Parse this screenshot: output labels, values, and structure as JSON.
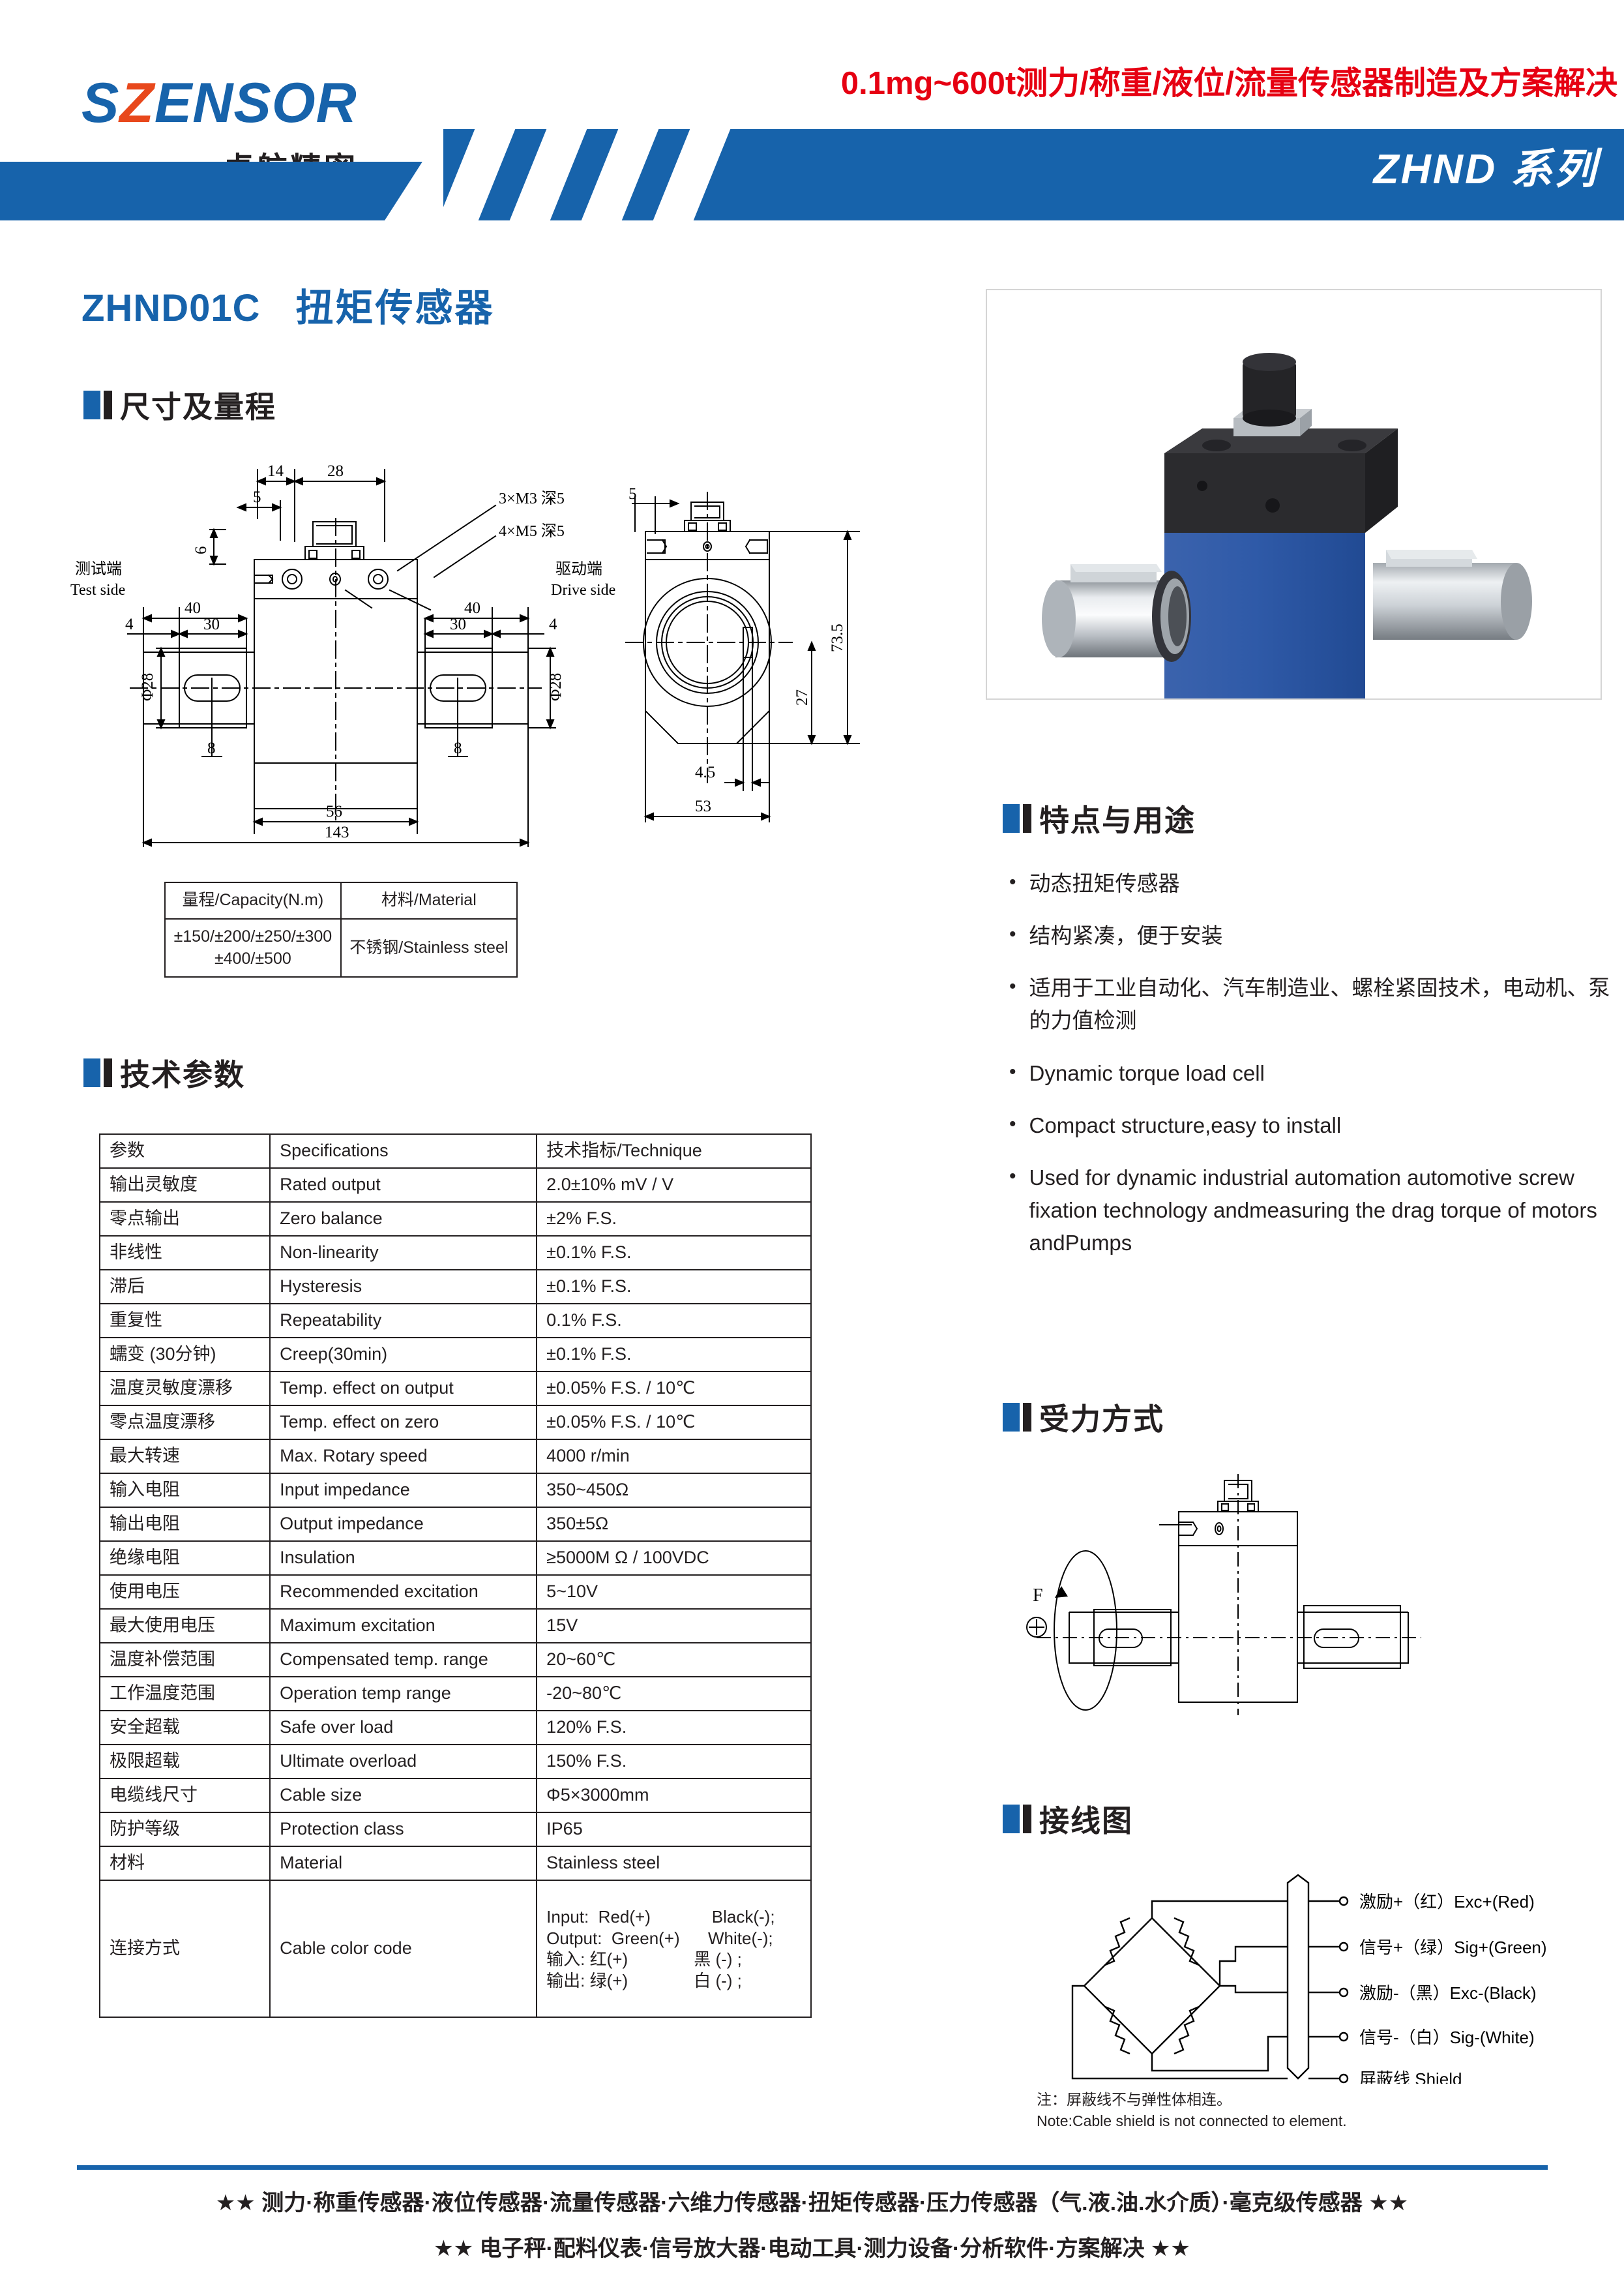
{
  "header": {
    "logo_s": "S",
    "logo_z": "Z",
    "logo_rest": "ENSOR",
    "logo_cn": "—卓航精密—",
    "tagline": "0.1mg~600t测力/称重/液位/流量传感器制造及方案解决",
    "banner_title": "ZHND 系列",
    "brand_blue": "#1763ab",
    "tagline_red": "#e60012"
  },
  "product": {
    "model": "ZHND01C",
    "name": "扭矩传感器"
  },
  "sections": {
    "dimensions": "尺寸及量程",
    "specs": "技术参数",
    "features": "特点与用途",
    "force": "受力方式",
    "wiring": "接线图"
  },
  "drawing": {
    "labels": {
      "test_side_cn": "测试端",
      "test_side_en": "Test side",
      "drive_side_cn": "驱动端",
      "drive_side_en": "Drive side",
      "thread_1": "3×M3 深5",
      "thread_2": "4×M5 深5"
    },
    "dims": {
      "d14": "14",
      "d28": "28",
      "d5": "5",
      "d6": "6",
      "d40_left": "40",
      "d30_left": "30",
      "d4_left": "4",
      "d40_right": "40",
      "d30_right": "30",
      "d4_right": "4",
      "dia28_left": "Φ28",
      "dia28_right": "Φ28",
      "d8_left": "8",
      "d8_right": "8",
      "d56": "56",
      "d143": "143",
      "side_5": "5",
      "side_73_5": "73.5",
      "side_27": "27",
      "side_4_5": "4.5",
      "side_53": "53"
    }
  },
  "capacity_table": {
    "headers": [
      "量程/Capacity(N.m)",
      "材料/Material"
    ],
    "row": {
      "capacity_line1": "±150/±200/±250/±300",
      "capacity_line2": "±400/±500",
      "material": "不锈钢/Stainless steel"
    }
  },
  "spec_table": {
    "headers": [
      "参数",
      "Specifications",
      "技术指标/Technique"
    ],
    "rows": [
      {
        "cn": "输出灵敏度",
        "en": "Rated output",
        "val": "2.0±10%  mV / V"
      },
      {
        "cn": "零点输出",
        "en": "Zero balance",
        "val": "±2% F.S."
      },
      {
        "cn": "非线性",
        "en": "Non-linearity",
        "val": "±0.1% F.S."
      },
      {
        "cn": "滞后",
        "en": "Hysteresis",
        "val": "±0.1% F.S."
      },
      {
        "cn": "重复性",
        "en": "Repeatability",
        "val": "0.1% F.S."
      },
      {
        "cn": "蠕变 (30分钟)",
        "en": "Creep(30min)",
        "val": "±0.1% F.S."
      },
      {
        "cn": "温度灵敏度漂移",
        "en": "Temp. effect on output",
        "val": "±0.05% F.S. / 10℃"
      },
      {
        "cn": "零点温度漂移",
        "en": "Temp. effect on zero",
        "val": "±0.05% F.S. / 10℃"
      },
      {
        "cn": "最大转速",
        "en": " Max. Rotary speed",
        "val": "4000 r/min"
      },
      {
        "cn": "输入电阻",
        "en": "Input impedance",
        "val": "350~450Ω"
      },
      {
        "cn": "输出电阻",
        "en": "Output impedance",
        "val": "350±5Ω"
      },
      {
        "cn": "绝缘电阻",
        "en": "Insulation",
        "val": "≥5000M Ω / 100VDC"
      },
      {
        "cn": "使用电压",
        "en": "Recommended excitation",
        "val": "5~10V"
      },
      {
        "cn": "最大使用电压",
        "en": "Maximum excitation",
        "val": "15V"
      },
      {
        "cn": "温度补偿范围",
        "en": "Compensated temp. range",
        "val": "20~60℃"
      },
      {
        "cn": "工作温度范围",
        "en": "Operation temp range",
        "val": "-20~80℃"
      },
      {
        "cn": "安全超载",
        "en": "Safe over load",
        "val": "120% F.S."
      },
      {
        "cn": "极限超载",
        "en": "Ultimate overload",
        "val": "150% F.S."
      },
      {
        "cn": "电缆线尺寸",
        "en": "Cable size",
        "val": "Φ5×3000mm"
      },
      {
        "cn": "防护等级",
        "en": "Protection class",
        "val": "IP65"
      },
      {
        "cn": "材料",
        "en": "Material",
        "val": "Stainless steel"
      }
    ],
    "cable_row": {
      "cn": "连接方式",
      "en": "Cable color code",
      "val": "Input:  Red(+)             Black(-);\nOutput:  Green(+)      White(-);\n输入: 红(+)              黑 (-) ;\n输出: 绿(+)              白 (-) ;"
    }
  },
  "features": {
    "items": [
      "动态扭矩传感器",
      "结构紧凑，便于安装",
      "适用于工业自动化、汽车制造业、螺栓紧固技术，电动机、泵的力值检测",
      "Dynamic torque load cell",
      "Compact structure,easy to install",
      "Used for dynamic industrial automation automotive screw fixation technology andmeasuring the drag torque of  motors andPumps"
    ],
    "bullet_glyph": "•"
  },
  "force_diagram": {
    "force_label": "F",
    "axis_symbol": "⊕"
  },
  "wiring": {
    "leads": [
      "激励+（红）Exc+(Red)",
      "信号+（绿）Sig+(Green)",
      "激励-（黑）Exc-(Black)",
      "信号-（白）Sig-(White)",
      "屏蔽线 Shield"
    ],
    "note_cn": "注：屏蔽线不与弹性体相连。",
    "note_en": "Note:Cable shield is not connected to element."
  },
  "footer": {
    "line1": "★★  测力·称重传感器·液位传感器·流量传感器·六维力传感器·扭矩传感器·压力传感器（气.液.油.水介质）·毫克级传感器  ★★",
    "line2": "★★  电子秤·配料仪表·信号放大器·电动工具·测力设备·分析软件·方案解决  ★★"
  }
}
